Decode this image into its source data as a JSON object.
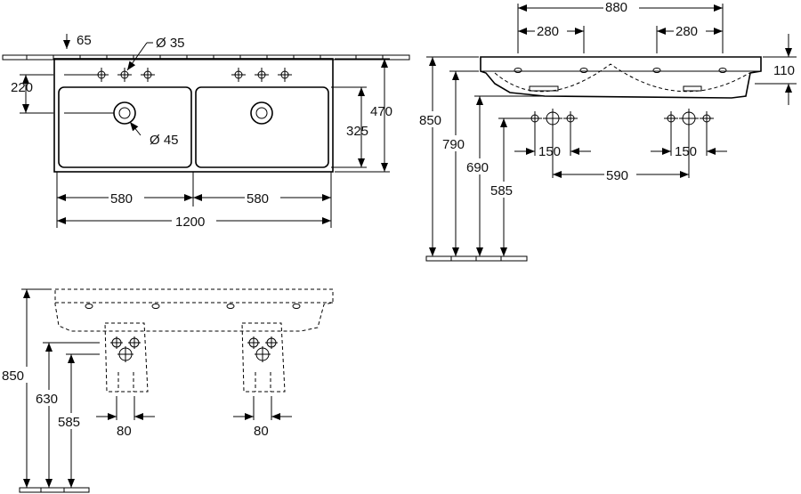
{
  "top_view": {
    "tap_hole_offset": "65",
    "tap_hole_diameter": "Ø 35",
    "tap_hole_depth": "220",
    "waste_diameter": "Ø 45",
    "basin_depth": "325",
    "overall_depth": "470",
    "basin_width_left": "580",
    "basin_width_right": "580",
    "overall_width": "1200"
  },
  "side_view": {
    "top_width": "880",
    "tap_spacing_left": "280",
    "tap_spacing_right": "280",
    "rim_height": "110",
    "height_top": "850",
    "height_790": "790",
    "height_690": "690",
    "height_585": "585",
    "valve_spacing_left": "150",
    "valve_spacing_right": "150",
    "waste_spacing": "590"
  },
  "front_view": {
    "height_top": "850",
    "height_630": "630",
    "height_585": "585",
    "trap_width_left": "80",
    "trap_width_right": "80"
  }
}
